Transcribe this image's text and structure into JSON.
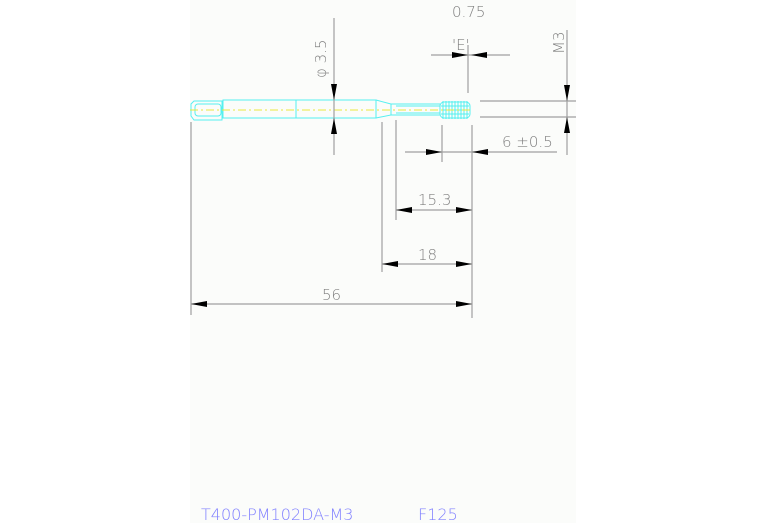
{
  "drawing": {
    "title_part": "T400-PM102DA-M3",
    "title_code": "F125",
    "colors": {
      "outline": "#55f0f0",
      "centerline": "#e8e840",
      "dimension": "#a0a0a0",
      "arrow": "#000000",
      "dim_text": "#808080",
      "title_text": "#8080ff",
      "sheet_bg": "#fbfcfa"
    },
    "dimensions": {
      "shank_diameter": "φ 3.5",
      "pitch": "0.75",
      "thread_size": "M3",
      "thread_label": "'E'",
      "thread_length": "6 ±0.5",
      "neck_length": "15.3",
      "body_length": "18",
      "overall_length": "56"
    }
  }
}
